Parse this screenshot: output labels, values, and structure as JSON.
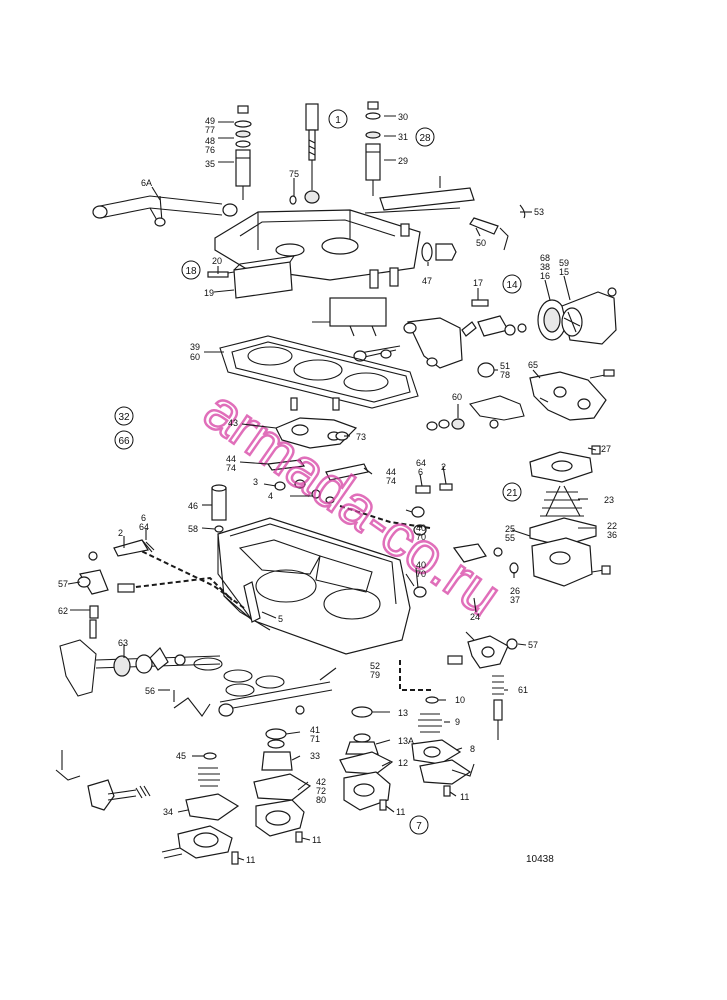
{
  "drawing_number": "10438",
  "watermark": {
    "text": "armada-co.ru",
    "color": "#d63fa3"
  },
  "circled_refs": [
    "1",
    "28",
    "18",
    "14",
    "32",
    "66",
    "21",
    "7"
  ],
  "part_labels": [
    "49",
    "77",
    "48",
    "76",
    "35",
    "6A",
    "75",
    "30",
    "31",
    "29",
    "53",
    "50",
    "20",
    "19",
    "47",
    "17",
    "68",
    "38",
    "16",
    "59",
    "15",
    "39",
    "60",
    "51",
    "78",
    "65",
    "43",
    "73",
    "60",
    "44",
    "74",
    "3",
    "4",
    "44",
    "74",
    "64",
    "6",
    "2",
    "46",
    "58",
    "40",
    "70",
    "27",
    "23",
    "22",
    "36",
    "25",
    "55",
    "6",
    "64",
    "2",
    "57",
    "62",
    "5",
    "40",
    "70",
    "26",
    "37",
    "24",
    "63",
    "57",
    "52",
    "79",
    "56",
    "10",
    "61",
    "41",
    "71",
    "13",
    "9",
    "45",
    "33",
    "13A",
    "8",
    "12",
    "42",
    "72",
    "80",
    "34",
    "11",
    "11",
    "11",
    "11"
  ]
}
